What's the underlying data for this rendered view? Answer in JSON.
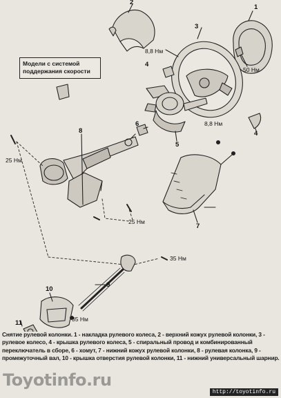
{
  "inset": {
    "line1": "Модели с системой",
    "line2": "поддержания скорости"
  },
  "part_numbers": {
    "p1": "1",
    "p2": "2",
    "p3": "3",
    "p4a": "4",
    "p4b": "4",
    "p5": "5",
    "p6": "6",
    "p7": "7",
    "p8": "8",
    "p9": "9",
    "p10": "10",
    "p11": "11"
  },
  "torques": {
    "t88a": "8,8 Нм",
    "t50": "50 Нм",
    "t88b": "8,8 Нм",
    "t25a": "25 Нм",
    "t25b": "25 Нм",
    "t35a": "35 Нм",
    "t35b": "35 Нм"
  },
  "caption": "Снятие рулевой колонки. 1 - накладка рулевого колеса, 2 - верхний кожух рулевой колонки, 3 - рулевое колесо, 4 - крышка рулевого колеса, 5 - спиральный провод и комбинированный переключатель в сборе, 6 - хомут, 7 - нижний кожух рулевой колонки, 8 - рулевая колонка, 9 - промежуточный вал, 10 - крышка отверстия рулевой колонки, 11 - нижний универсальный шарнир.",
  "watermark": "Toyotinfo.ru",
  "footer_url": "http://toyotinfo.ru"
}
